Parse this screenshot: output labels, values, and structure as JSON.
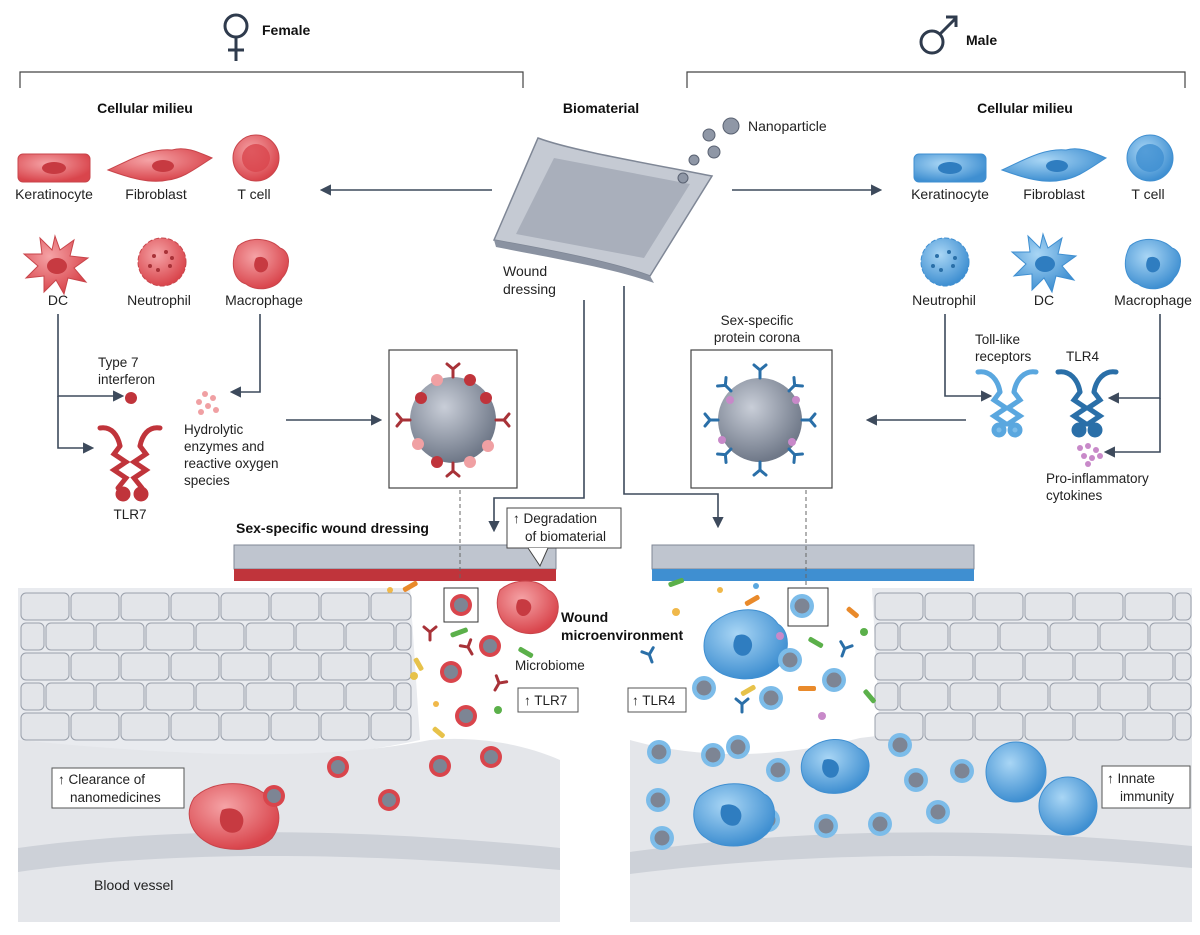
{
  "female": {
    "label": "Female",
    "section_title": "Cellular milieu",
    "cells_row1": [
      "Keratinocyte",
      "Fibroblast",
      "T cell"
    ],
    "cells_row2": [
      "DC",
      "Neutrophil",
      "Macrophage"
    ],
    "type7_line1": "Type 7",
    "type7_line2": "interferon",
    "enzymes_line1": "Hydrolytic",
    "enzymes_line2": "enzymes and",
    "enzymes_line3": "reactive oxygen",
    "enzymes_line4": "species",
    "receptor": "TLR7",
    "dressing_title": "Sex-specific wound dressing",
    "clearance_line1": "↑ Clearance of",
    "clearance_line2": "nanomedicines",
    "tlr_badge": "↑ TLR7",
    "blood_vessel": "Blood vessel"
  },
  "male": {
    "label": "Male",
    "section_title": "Cellular milieu",
    "cells_row1": [
      "Keratinocyte",
      "Fibroblast",
      "T cell"
    ],
    "cells_row2": [
      "Neutrophil",
      "DC",
      "Macrophage"
    ],
    "tlr_line1": "Toll-like",
    "tlr_line2": "receptors",
    "receptor": "TLR4",
    "cyto_line1": "Pro-inflammatory",
    "cyto_line2": "cytokines",
    "tlr_badge": "↑ TLR4",
    "innate_line1": "↑ Innate",
    "innate_line2": "immunity"
  },
  "center": {
    "biomaterial": "Biomaterial",
    "nanoparticle": "Nanoparticle",
    "dressing_line1": "Wound",
    "dressing_line2": "dressing",
    "corona_line1": "Sex-specific",
    "corona_line2": "protein corona",
    "degradation_line1": "↑ Degradation",
    "degradation_line2": "of biomaterial",
    "micro_line1": "Wound",
    "micro_line2": "microenvironment",
    "microbiome": "Microbiome"
  },
  "colors": {
    "female_cell": "#e8656b",
    "female_dark": "#b8343b",
    "male_cell": "#5aa7df",
    "male_dark": "#2a6fa8",
    "nanoparticle": "#8f97a6",
    "arrow": "#3d4a5c",
    "tissue": "#dfe2e7"
  },
  "icons": [
    "female-symbol-icon",
    "male-symbol-icon"
  ]
}
